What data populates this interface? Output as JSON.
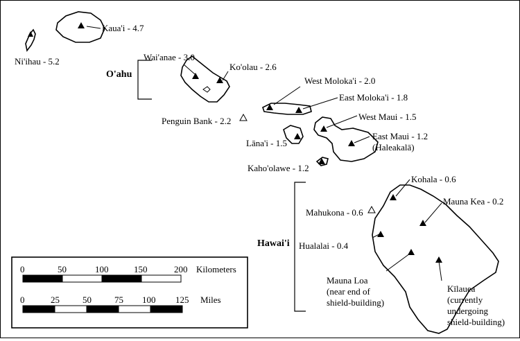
{
  "islands": {
    "niihau": "Ni'ihau - 5.2",
    "kauai": "Kaua'i - 4.7",
    "oahu_group": "O'ahu",
    "waianae": "Wai'anae - 3.0",
    "koolau": "Ko'olau - 2.6",
    "penguin_bank": "Penguin Bank - 2.2",
    "west_molokai": "West Moloka'i - 2.0",
    "east_molokai": "East Moloka'i - 1.8",
    "lanai": "Lāna'i - 1.5",
    "west_maui": "West Maui - 1.5",
    "east_maui": "East Maui - 1.2",
    "haleakala": "(Haleakalā)",
    "kahoolawe": "Kaho'olawe - 1.2",
    "hawaii_group": "Hawai'i",
    "kohala": "Kohala - 0.6",
    "mahukona": "Mahukona - 0.6",
    "mauna_kea": "Mauna Kea - 0.2",
    "hualalai": "Hualalai - 0.4",
    "mauna_loa_1": "Mauna Loa",
    "mauna_loa_2": "(near end of",
    "mauna_loa_3": "shield-building)",
    "kilauea_1": "Kīlauea",
    "kilauea_2": "(currently",
    "kilauea_3": "undergoing",
    "kilauea_4": "shield-building)"
  },
  "scale": {
    "km_ticks": [
      "0",
      "50",
      "100",
      "150",
      "200"
    ],
    "km_unit": "Kilometers",
    "mi_ticks": [
      "0",
      "25",
      "50",
      "75",
      "100",
      "125"
    ],
    "mi_unit": "Miles"
  },
  "colors": {
    "land": "#ffffff",
    "ink": "#000000"
  }
}
